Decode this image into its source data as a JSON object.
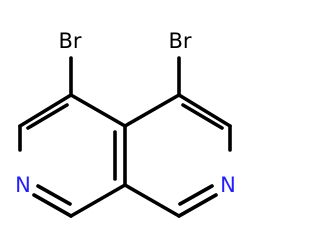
{
  "molecule": {
    "atoms": [
      {
        "id": "br1",
        "symbol": "Br",
        "color": "#000000"
      },
      {
        "id": "br2",
        "symbol": "Br",
        "color": "#000000"
      },
      {
        "id": "n1",
        "symbol": "N",
        "color": "#1f1fff"
      },
      {
        "id": "n2",
        "symbol": "N",
        "color": "#1f1fff"
      }
    ]
  }
}
